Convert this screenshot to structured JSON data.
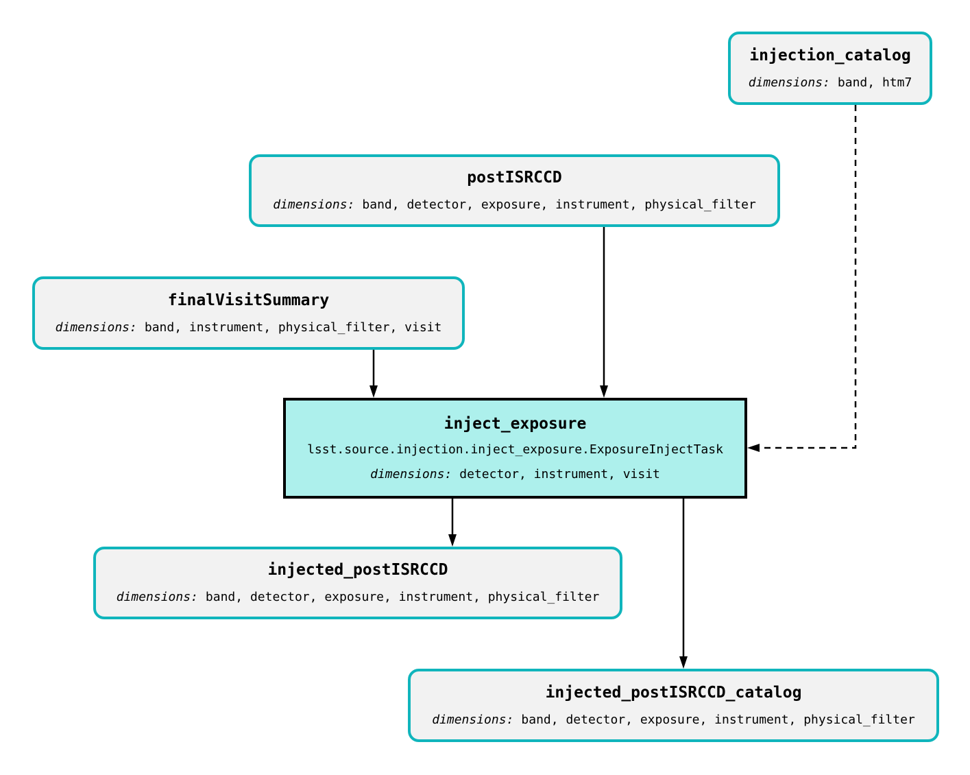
{
  "diagram": {
    "type": "pipeline-task-graph",
    "colors": {
      "dataset_border_teal": "#10b5bc",
      "dataset_fill": "#f2f2f2",
      "task_fill": "#adf0ec",
      "task_border": "#000000",
      "edge_color": "#000000",
      "background": "#ffffff"
    },
    "nodes": [
      {
        "id": "injection_catalog",
        "kind": "dataset",
        "title": "injection_catalog",
        "dims_label": "dimensions:",
        "dims": "band, htm7"
      },
      {
        "id": "postISRCCD",
        "kind": "dataset",
        "title": "postISRCCD",
        "dims_label": "dimensions:",
        "dims": "band, detector, exposure, instrument, physical_filter"
      },
      {
        "id": "finalVisitSummary",
        "kind": "dataset",
        "title": "finalVisitSummary",
        "dims_label": "dimensions:",
        "dims": "band, instrument, physical_filter, visit"
      },
      {
        "id": "inject_exposure",
        "kind": "task",
        "title": "inject_exposure",
        "task_class": "lsst.source.injection.inject_exposure.ExposureInjectTask",
        "dims_label": "dimensions:",
        "dims": "detector, instrument, visit"
      },
      {
        "id": "injected_postISRCCD",
        "kind": "dataset",
        "title": "injected_postISRCCD",
        "dims_label": "dimensions:",
        "dims": "band, detector, exposure, instrument, physical_filter"
      },
      {
        "id": "injected_postISRCCD_catalog",
        "kind": "dataset",
        "title": "injected_postISRCCD_catalog",
        "dims_label": "dimensions:",
        "dims": "band, detector, exposure, instrument, physical_filter"
      }
    ],
    "edges": [
      {
        "from": "postISRCCD",
        "to": "inject_exposure",
        "style": "solid"
      },
      {
        "from": "finalVisitSummary",
        "to": "inject_exposure",
        "style": "solid"
      },
      {
        "from": "injection_catalog",
        "to": "inject_exposure",
        "style": "dashed"
      },
      {
        "from": "inject_exposure",
        "to": "injected_postISRCCD",
        "style": "solid"
      },
      {
        "from": "inject_exposure",
        "to": "injected_postISRCCD_catalog",
        "style": "solid"
      }
    ]
  }
}
